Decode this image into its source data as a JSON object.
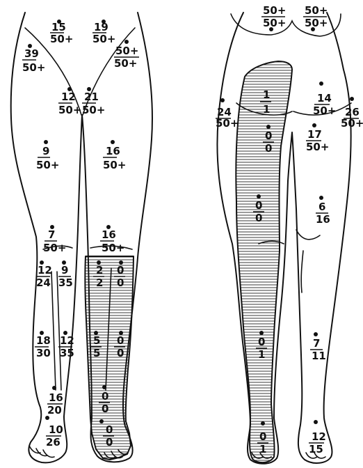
{
  "front_points": [
    {
      "num": "15",
      "den": "50+"
    },
    {
      "num": "19",
      "den": "50+"
    },
    {
      "num": "39",
      "den": "50+"
    },
    {
      "num": "50+",
      "den": "50+"
    },
    {
      "num": "12",
      "den": "50+"
    },
    {
      "num": "21",
      "den": "50+"
    },
    {
      "num": "9",
      "den": "50+"
    },
    {
      "num": "16",
      "den": "50+"
    },
    {
      "num": "7",
      "den": "50+"
    },
    {
      "num": "16",
      "den": "50+"
    },
    {
      "num": "12",
      "den": "24"
    },
    {
      "num": "9",
      "den": "35"
    },
    {
      "num": "2",
      "den": "2"
    },
    {
      "num": "0",
      "den": "0"
    },
    {
      "num": "18",
      "den": "30"
    },
    {
      "num": "12",
      "den": "35"
    },
    {
      "num": "5",
      "den": "5"
    },
    {
      "num": "0",
      "den": "0"
    },
    {
      "num": "16",
      "den": "20"
    },
    {
      "num": "0",
      "den": "0"
    },
    {
      "num": "10",
      "den": "26"
    },
    {
      "num": "0",
      "den": "0"
    }
  ],
  "back_points": [
    {
      "num": "50+",
      "den": "50+"
    },
    {
      "num": "50+",
      "den": "50+"
    },
    {
      "num": "1",
      "den": "1"
    },
    {
      "num": "14",
      "den": "50+"
    },
    {
      "num": "24",
      "den": "50+"
    },
    {
      "num": "26",
      "den": "50+"
    },
    {
      "num": "0",
      "den": "0"
    },
    {
      "num": "17",
      "den": "50+"
    },
    {
      "num": "0",
      "den": "0"
    },
    {
      "num": "6",
      "den": "16"
    },
    {
      "num": "0",
      "den": "1"
    },
    {
      "num": "7",
      "den": "11"
    },
    {
      "num": "0",
      "den": "1"
    },
    {
      "num": "12",
      "den": "15"
    }
  ]
}
